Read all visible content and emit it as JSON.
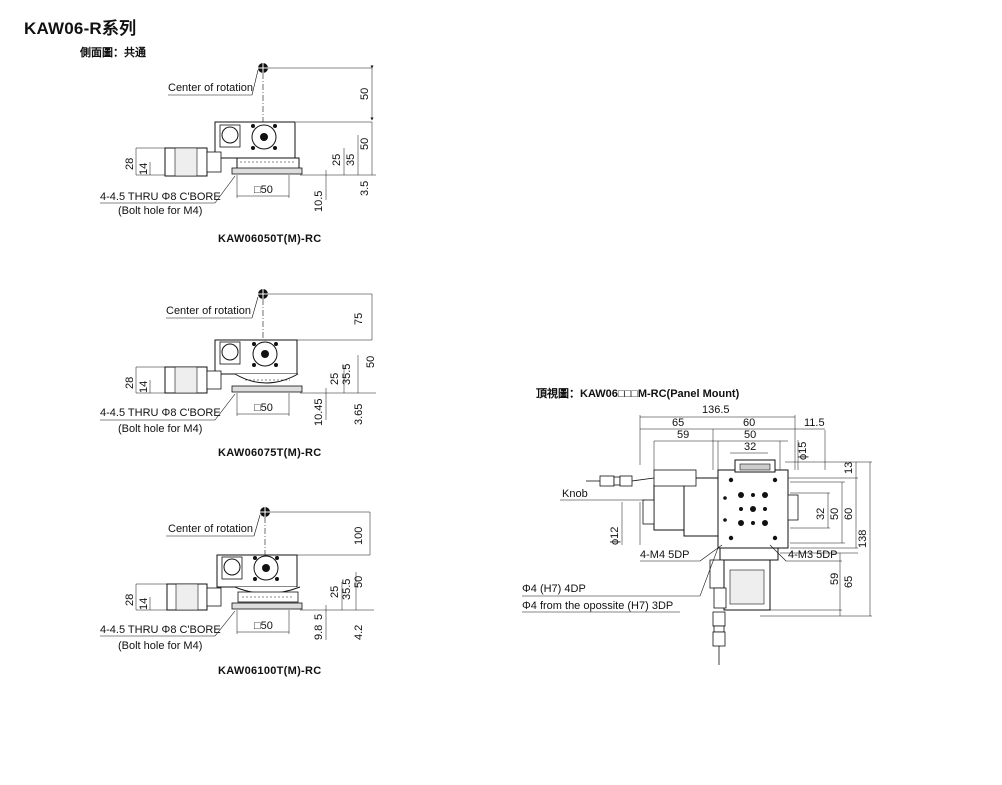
{
  "page": {
    "title": "KAW06-R系列",
    "side_view_label": "側面圖：共通",
    "top_view_label": "頂視圖：KAW06□□□M-RC(Panel Mount)"
  },
  "side_views": [
    {
      "caption": "KAW06050T(M)-RC",
      "center_label": "Center of rotation",
      "hole_label_1": "4-4.5 THRU Φ8 C'BORE",
      "hole_label_2": "(Bolt hole for M4)",
      "square_label": "□50",
      "dims": {
        "height_top": "50",
        "h50": "50",
        "h35": "35",
        "h25": "25",
        "h28": "28",
        "h14": "14",
        "bottom_left": "10.5",
        "bottom_right": "3.5"
      }
    },
    {
      "caption": "KAW06075T(M)-RC",
      "center_label": "Center of rotation",
      "hole_label_1": "4-4.5 THRU Φ8 C'BORE",
      "hole_label_2": "(Bolt hole for M4)",
      "square_label": "□50",
      "dims": {
        "height_top": "75",
        "h50": "50",
        "h35": "35.5",
        "h25": "25",
        "h28": "28",
        "h14": "14",
        "bottom_left": "10.45",
        "bottom_right": "3.65"
      }
    },
    {
      "caption": "KAW06100T(M)-RC",
      "center_label": "Center of rotation",
      "hole_label_1": "4-4.5 THRU Φ8 C'BORE",
      "hole_label_2": "(Bolt hole for M4)",
      "square_label": "□50",
      "dims": {
        "height_top": "100",
        "h50": "50",
        "h35": "35.5",
        "h25": "25",
        "h28": "28",
        "h14": "14",
        "bottom_left": "9.8",
        "bottom_right": "4.2",
        "bottom_mid": "5"
      }
    }
  ],
  "top_view": {
    "dims": {
      "overall_width": "136.5",
      "w65": "65",
      "w60": "60",
      "w11_5": "11.5",
      "w59": "59",
      "w50": "50",
      "w32": "32",
      "d15": "ϕ15",
      "h13": "13",
      "h32": "32",
      "h50": "50",
      "h60": "60",
      "h138": "138",
      "h59": "59",
      "h65": "65",
      "d12": "ϕ12"
    },
    "labels": {
      "knob": "Knob",
      "m4": "4-M4 5DP",
      "m3": "4-M3 5DP",
      "pin1": "Φ4 (H7) 4DP",
      "pin2": "Φ4 from the opossite (H7) 3DP"
    }
  }
}
